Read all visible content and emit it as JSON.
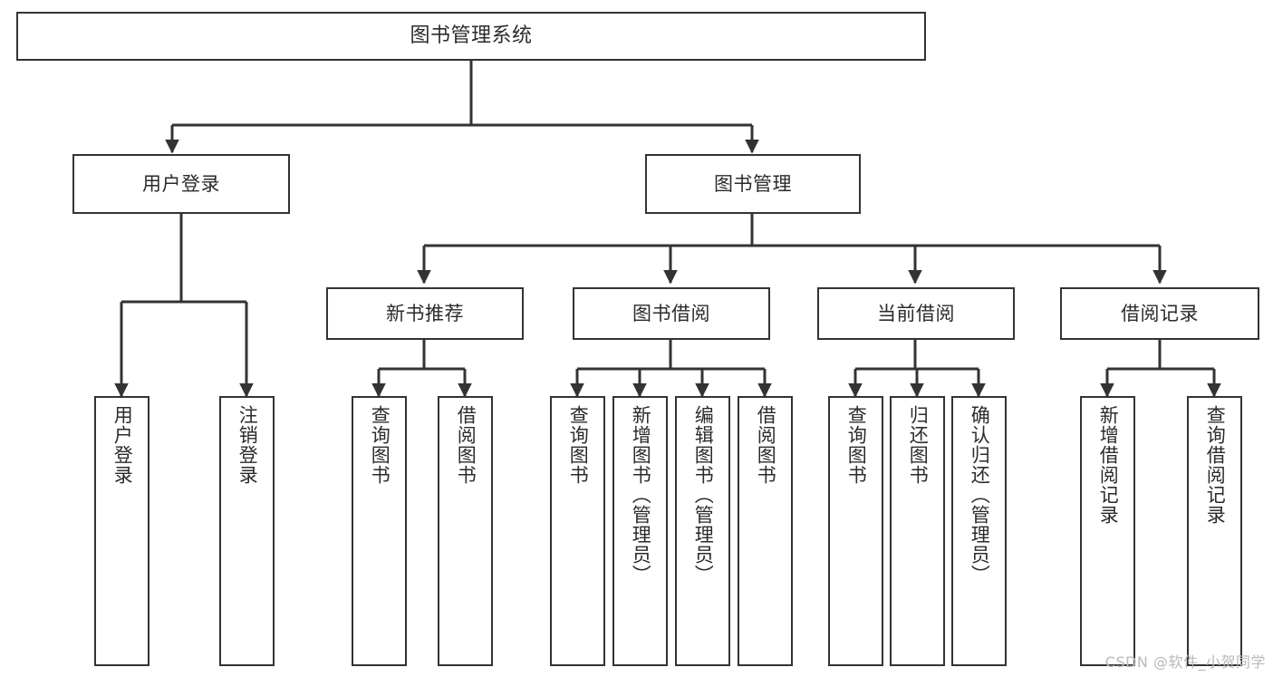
{
  "diagram": {
    "title": "图书管理系统",
    "type": "tree-hierarchy",
    "watermark": "CSDN @软件_小贺同学",
    "colors": {
      "box_border": "#333333",
      "box_fill": "#ffffff",
      "text": "#2b2b2b",
      "connector": "#333333",
      "watermark": "#b9b9b9",
      "background": "#ffffff"
    }
  },
  "nodes": {
    "root": {
      "label": "图书管理系统"
    },
    "level1": [
      {
        "label": "用户登录"
      },
      {
        "label": "图书管理"
      }
    ],
    "level2": [
      {
        "label": "新书推荐"
      },
      {
        "label": "图书借阅"
      },
      {
        "label": "当前借阅"
      },
      {
        "label": "借阅记录"
      }
    ],
    "leaves": {
      "user_login": [
        {
          "label": "用户登录"
        },
        {
          "label": "注销登录"
        }
      ],
      "new_book": [
        {
          "label": "查询图书"
        },
        {
          "label": "借阅图书"
        }
      ],
      "book_borrow": [
        {
          "label": "查询图书"
        },
        {
          "label": "新增图书（管理员）"
        },
        {
          "label": "编辑图书（管理员）"
        },
        {
          "label": "借阅图书"
        }
      ],
      "current_borrow": [
        {
          "label": "查询图书"
        },
        {
          "label": "归还图书"
        },
        {
          "label": "确认归还（管理员）"
        }
      ],
      "borrow_record": [
        {
          "label": "新增借阅记录"
        },
        {
          "label": "查询借阅记录"
        }
      ]
    }
  },
  "tree_structure": {
    "图书管理系统": {
      "用户登录": [
        "用户登录",
        "注销登录"
      ],
      "图书管理": {
        "新书推荐": [
          "查询图书",
          "借阅图书"
        ],
        "图书借阅": [
          "查询图书",
          "新增图书（管理员）",
          "编辑图书（管理员）",
          "借阅图书"
        ],
        "当前借阅": [
          "查询图书",
          "归还图书",
          "确认归还（管理员）"
        ],
        "借阅记录": [
          "新增借阅记录",
          "查询借阅记录"
        ]
      }
    }
  }
}
